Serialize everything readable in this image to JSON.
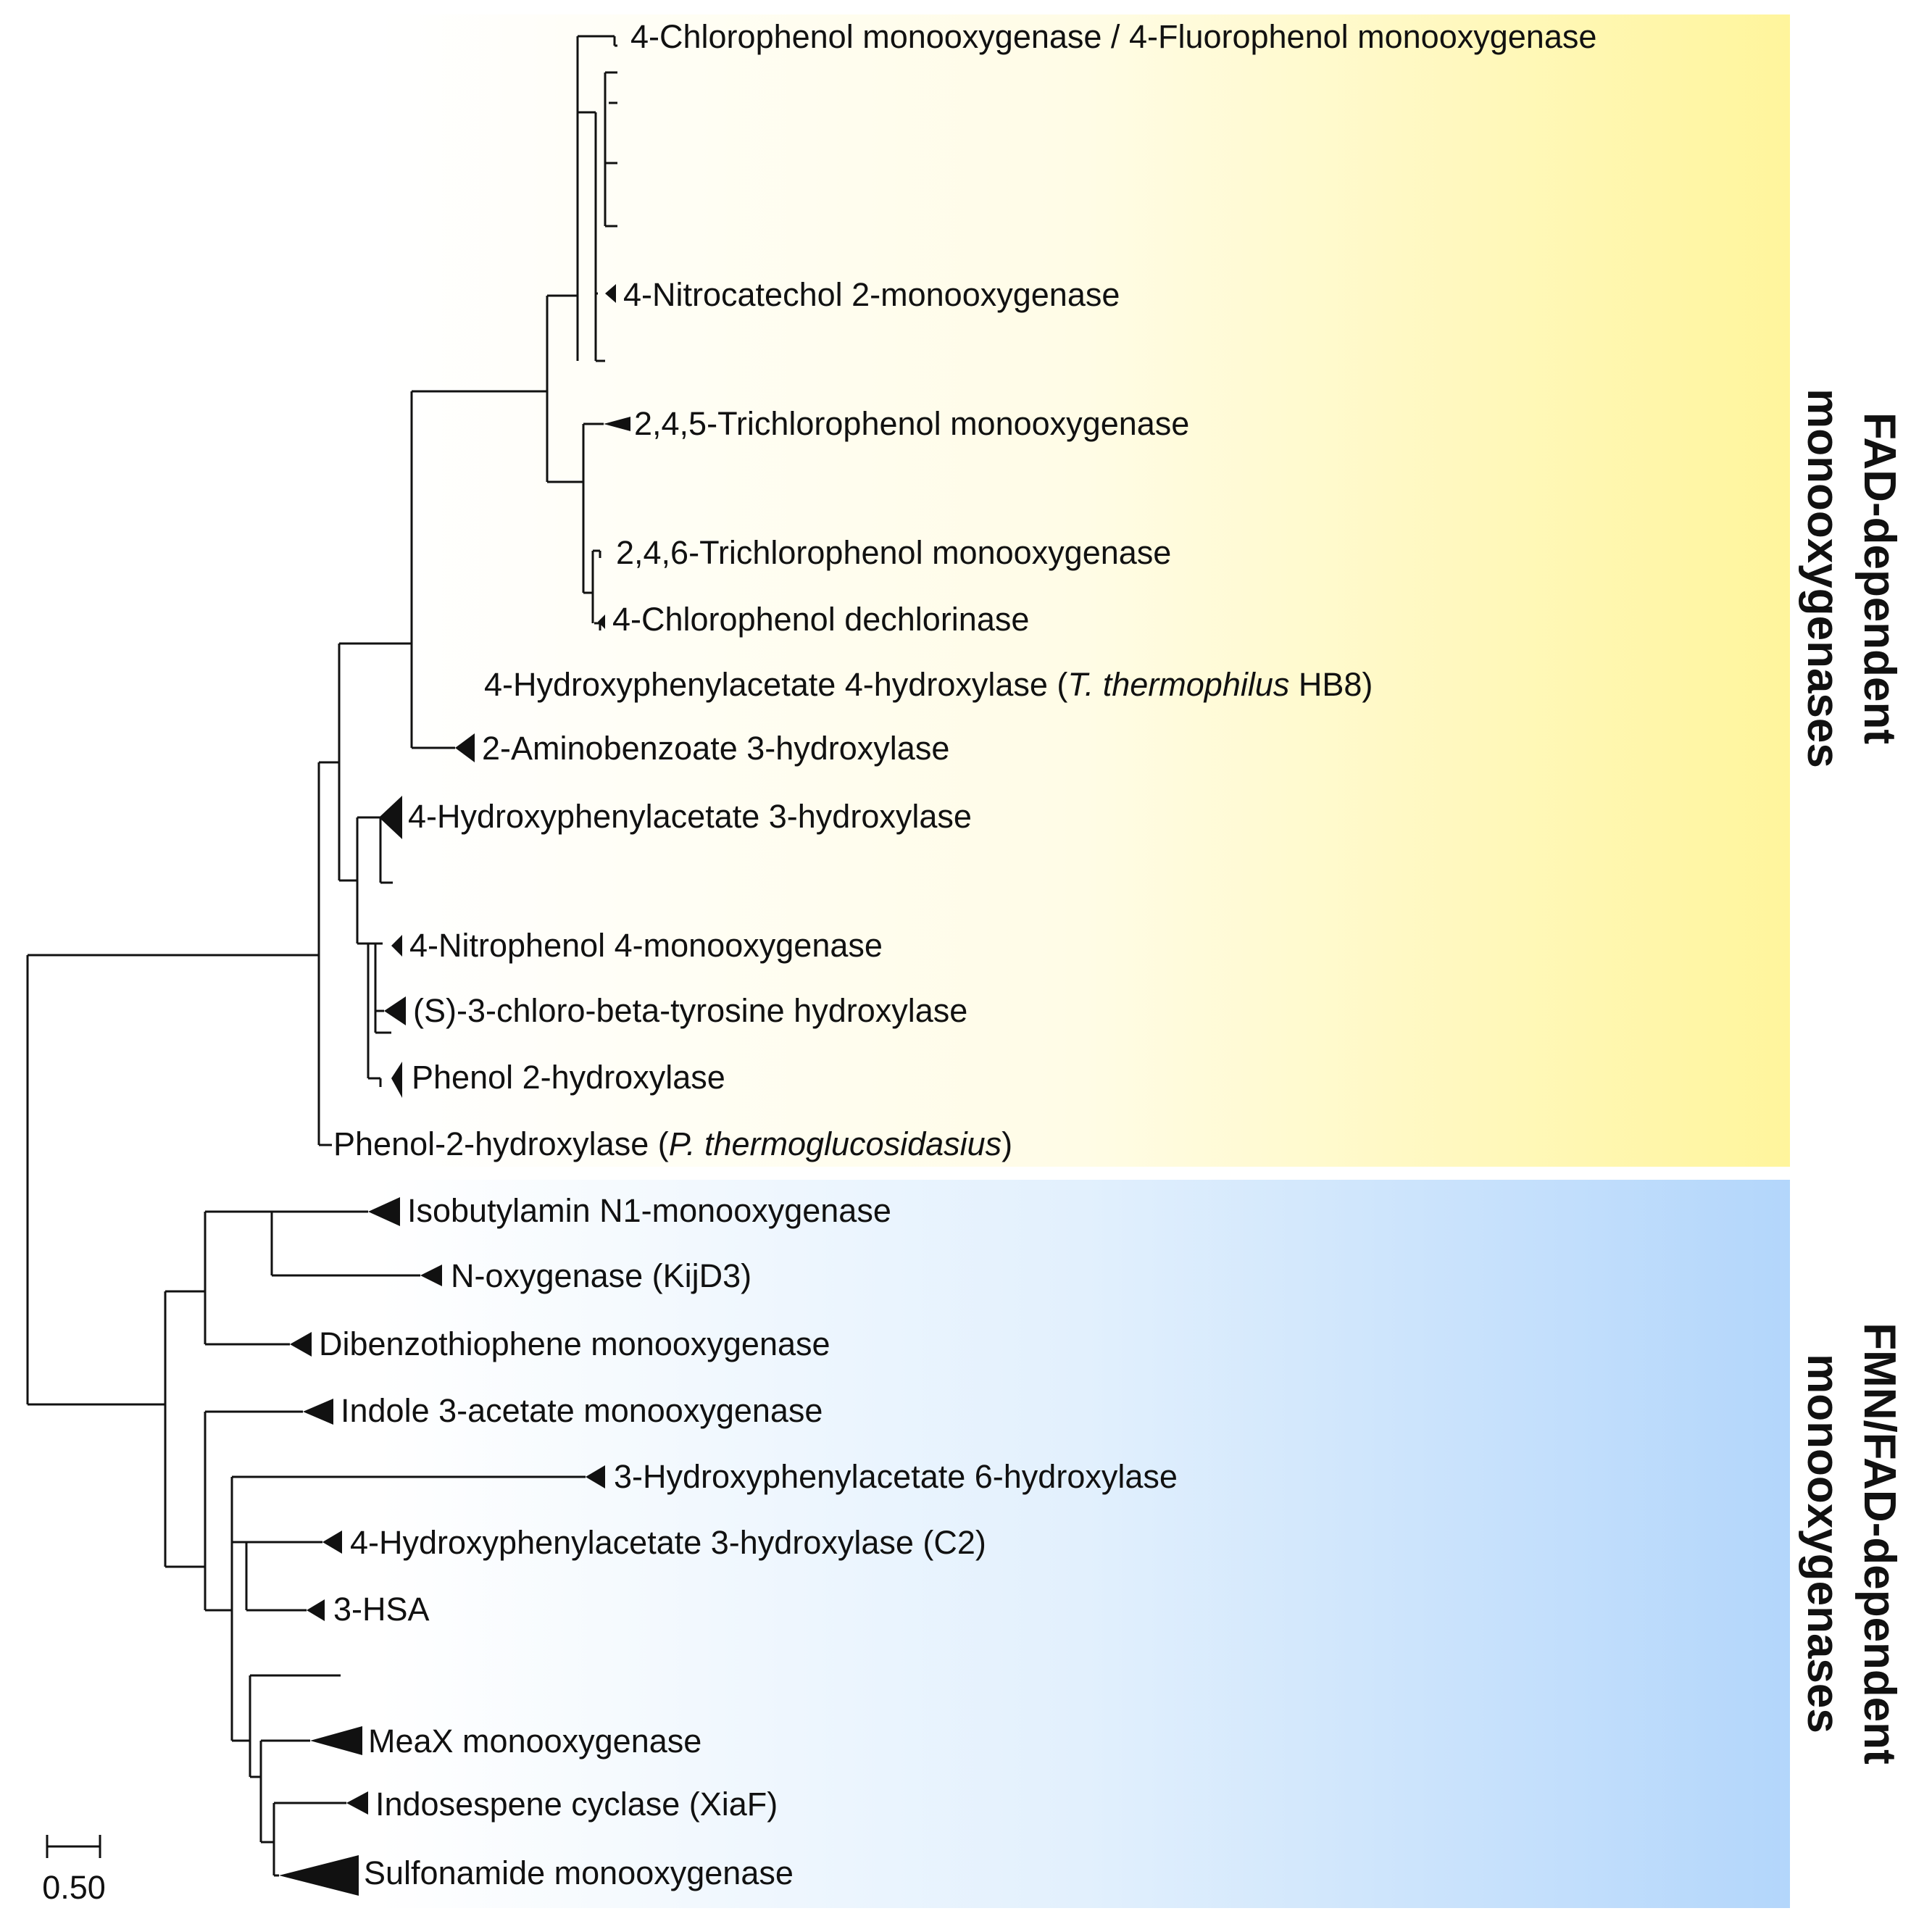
{
  "colors": {
    "fad_band_start": "#ffffff",
    "fad_band_end": "#fff59c",
    "fmn_band_start": "#ffffff",
    "fmn_band_end": "#b3d6fb",
    "line": "#111111"
  },
  "groups": {
    "fad": {
      "line1": "FAD-dependent",
      "line2": "monooxygenases"
    },
    "fmn": {
      "line1": "FMN/FAD-dependent",
      "line2": "monooxygenases"
    }
  },
  "leaves": {
    "cp_fp": {
      "text": "4-Chlorophenol monooxygenase / 4-Fluorophenol monooxygenase"
    },
    "nitrocatechol": {
      "text": "4-Nitrocatechol 2-monooxygenase"
    },
    "tcp245": {
      "text": "2,4,5-Trichlorophenol monooxygenase"
    },
    "tcp246": {
      "text": "2,4,6-Trichlorophenol monooxygenase"
    },
    "cp_dechlor": {
      "text": "4-Chlorophenol dechlorinase"
    },
    "hpa4h_tt": {
      "pre": "4-Hydroxyphenylacetate 4-hydroxylase (",
      "italic": "T. thermophilus",
      "post": " HB8)"
    },
    "aminobenzoate": {
      "text": "2-Aminobenzoate 3-hydroxylase"
    },
    "hpa3h": {
      "text": "4-Hydroxyphenylacetate 3-hydroxylase"
    },
    "nitrophenol": {
      "text": "4-Nitrophenol 4-monooxygenase"
    },
    "chlorotyrosine": {
      "text": "(S)-3-chloro-beta-tyrosine hydroxylase"
    },
    "phenol2h": {
      "text": "Phenol 2-hydroxylase"
    },
    "phenol2h_pt": {
      "pre": "Phenol-2-hydroxylase (",
      "italic": "P. thermoglucosidasius",
      "post": ")"
    },
    "isobutylamin": {
      "text": "Isobutylamin N1-monooxygenase"
    },
    "noxygenase": {
      "text": "N-oxygenase (KijD3)"
    },
    "dibenzothiophene": {
      "text": "Dibenzothiophene monooxygenase"
    },
    "indole": {
      "text": "Indole 3-acetate monooxygenase"
    },
    "hpa6h": {
      "text": "3-Hydroxyphenylacetate 6-hydroxylase"
    },
    "hpa3h_c2": {
      "text": "4-Hydroxyphenylacetate 3-hydroxylase (C2)"
    },
    "hsa": {
      "text": "3-HSA"
    },
    "meax": {
      "text": "MeaX monooxygenase"
    },
    "xiaf": {
      "text": "Indosespene cyclase (XiaF)"
    },
    "sulfonamide": {
      "text": "Sulfonamide monooxygenase"
    }
  },
  "scale_bar": {
    "label": "0.50"
  }
}
